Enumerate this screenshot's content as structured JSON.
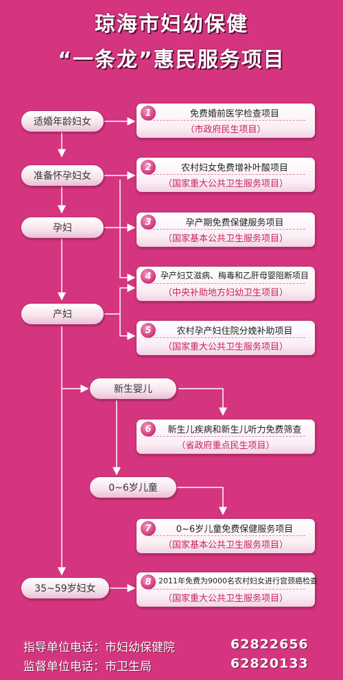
{
  "title": {
    "line1": "琼海市妇幼保健",
    "line2": "“一条龙”惠民服务项目"
  },
  "groups": {
    "g1": "适婚年龄妇女",
    "g2": "准备怀孕妇女",
    "g3": "孕妇",
    "g4": "产妇",
    "g5": "新生婴儿",
    "g6": "0~6岁儿童",
    "g7": "35~59岁妇女"
  },
  "projects": [
    {
      "num": "1",
      "title": "免费婚前医学检查项目",
      "source": "（市政府民生项目）"
    },
    {
      "num": "2",
      "title": "农村妇女免费增补叶酸项目",
      "source": "（国家重大公共卫生服务项目）"
    },
    {
      "num": "3",
      "title": "孕产期免费保健服务项目",
      "source": "（国家基本公共卫生服务项目）"
    },
    {
      "num": "4",
      "title": "孕产妇艾滋病、梅毒和乙肝母婴阻断项目",
      "source": "（中央补助地方妇幼卫生项目）"
    },
    {
      "num": "5",
      "title": "农村孕产妇住院分娩补助项目",
      "source": "（国家重大公共卫生服务项目）"
    },
    {
      "num": "6",
      "title": "新生儿疾病和新生儿听力免费筛查",
      "source": "（省政府重点民生项目）"
    },
    {
      "num": "7",
      "title": "0~6岁儿童免费保健服务项目",
      "source": "（国家基本公共卫生服务项目）"
    },
    {
      "num": "8",
      "title": "2011年免费为9000名农村妇女进行宫颈癌检查",
      "source": "（国家重大公共卫生服务项目）"
    }
  ],
  "footer": {
    "guide_label": "指导单位电话：市妇幼保健院",
    "guide_phone": "62822656",
    "supervise_label": "监督单位电话：市卫生局",
    "supervise_phone": "62820133"
  }
}
